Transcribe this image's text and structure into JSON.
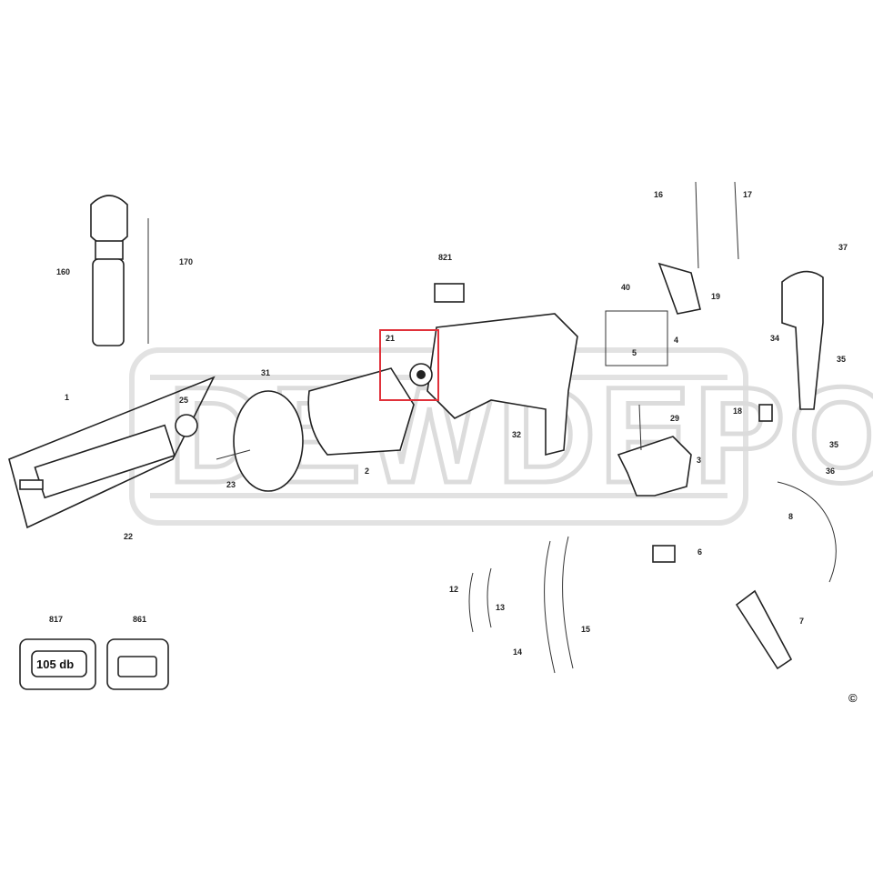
{
  "diagram": {
    "watermark": "DEWDEPO",
    "highlight_color": "#e0313a",
    "highlighted_part": "21",
    "callouts": [
      "16",
      "17",
      "37",
      "160",
      "170",
      "821",
      "40",
      "19",
      "21",
      "4",
      "5",
      "34",
      "31",
      "35",
      "1",
      "25",
      "29",
      "18",
      "3",
      "35",
      "36",
      "23",
      "2",
      "32",
      "22",
      "8",
      "6",
      "12",
      "13",
      "15",
      "14",
      "7",
      "817",
      "861"
    ],
    "badge_817_text": "105 db",
    "copyright": "©"
  }
}
